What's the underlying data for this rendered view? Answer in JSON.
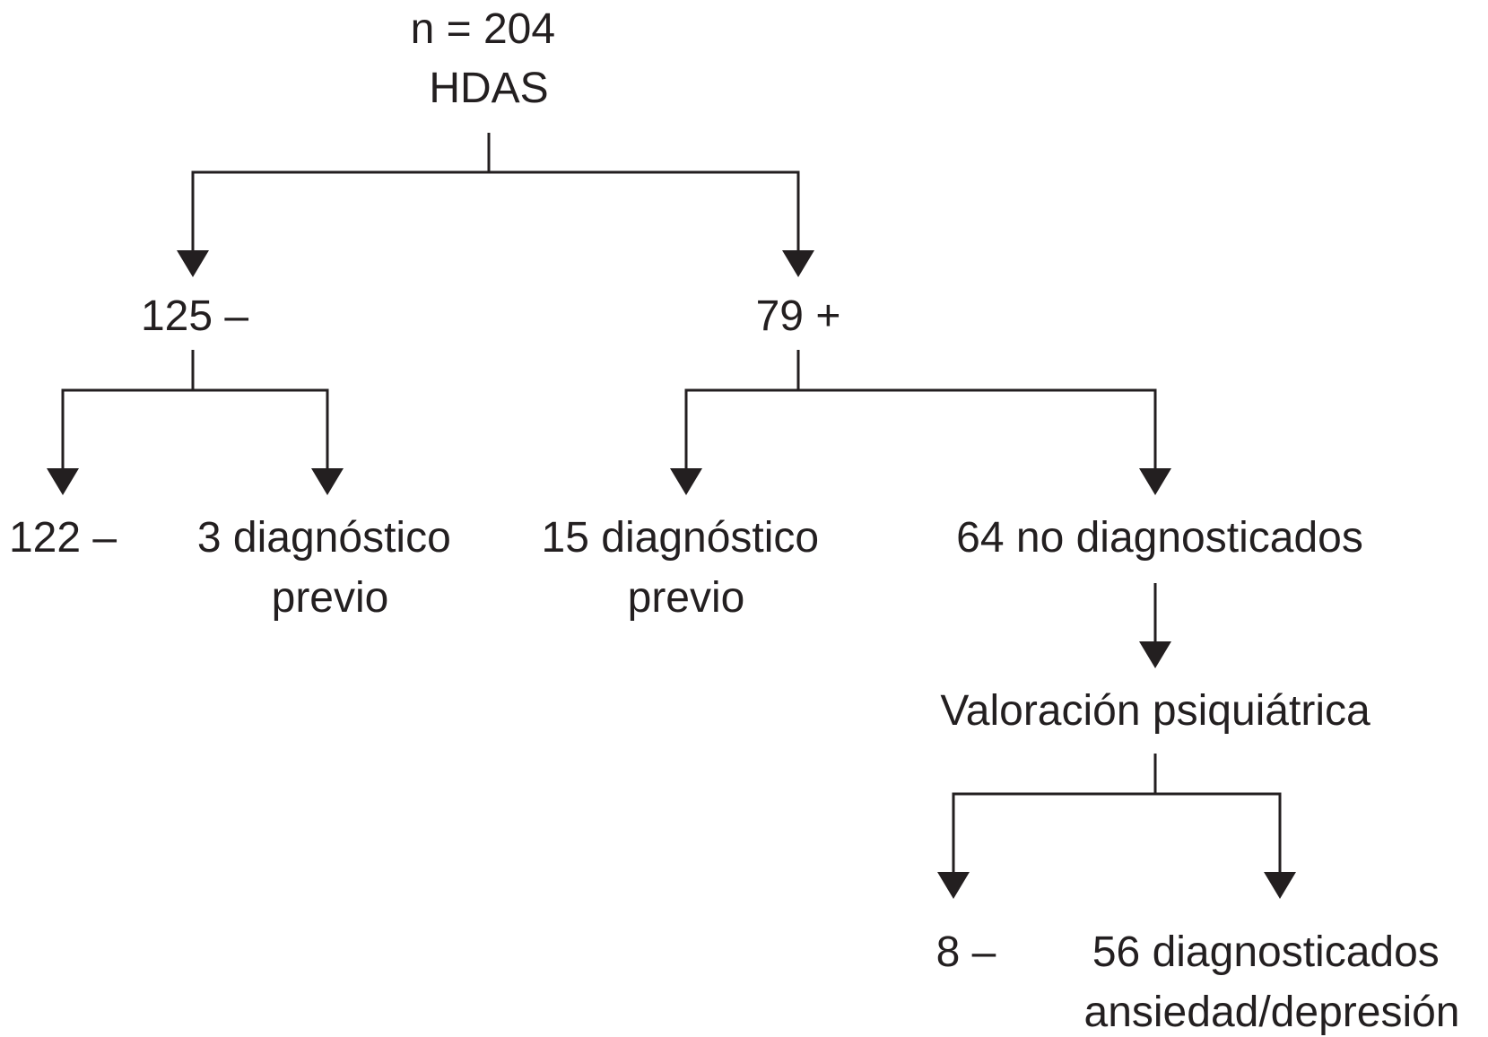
{
  "nodes": {
    "root": {
      "lines": [
        "n = 204",
        "HDAS"
      ]
    },
    "negative": {
      "lines": [
        "125 –"
      ]
    },
    "positive": {
      "lines": [
        "79 +"
      ]
    },
    "neg_negative": {
      "lines": [
        "122 –"
      ]
    },
    "neg_prev_dx": {
      "lines": [
        "3 diagnóstico",
        "previo"
      ]
    },
    "pos_prev_dx": {
      "lines": [
        "15 diagnóstico",
        "previo"
      ]
    },
    "pos_undiagnosed": {
      "lines": [
        "64 no diagnosticados"
      ]
    },
    "psych_eval": {
      "lines": [
        "Valoración psiquiátrica"
      ]
    },
    "eval_negative": {
      "lines": [
        "8 –"
      ]
    },
    "eval_diagnosed": {
      "lines": [
        "56 diagnosticados",
        "ansiedad/depresión"
      ]
    }
  },
  "colors": {
    "ink": "#231f20",
    "background": "#ffffff"
  }
}
